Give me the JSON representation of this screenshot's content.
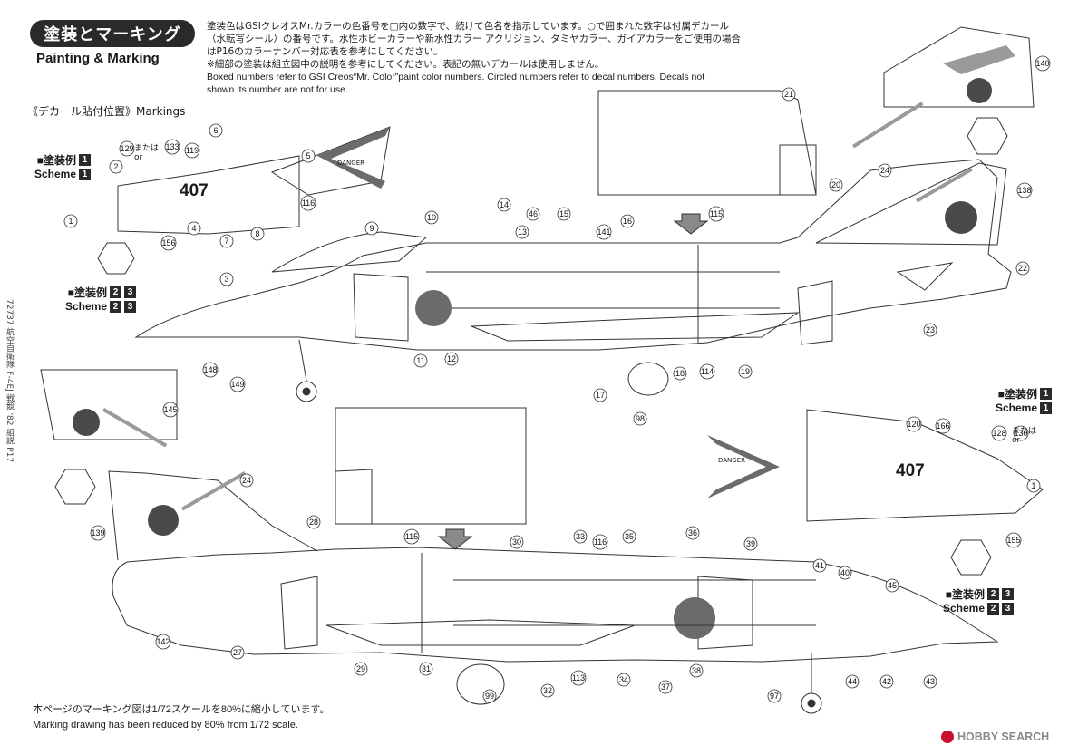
{
  "header": {
    "title_jp": "塗装とマーキング",
    "title_en": "Painting & Marking",
    "intro_jp_1": "塗装色はGSIクレオスMr.カラーの色番号を□内の数字で、続けて色名を指示しています。○で囲まれた数字は付属デカール",
    "intro_jp_2": "（水転写シール）の番号です。水性ホビーカラーや新水性カラー アクリジョン、タミヤカラー、ガイアカラーをご使用の場合",
    "intro_jp_3": "はP16のカラーナンバー対応表を参考にしてください。",
    "intro_jp_4": "※細部の塗装は組立図中の説明を参考にしてください。表記の無いデカールは使用しません。",
    "intro_en_1": "Boxed numbers refer to GSI Creos“Mr. Color”paint color numbers. Circled numbers refer to decal numbers. Decals not",
    "intro_en_2": "shown its number are not for use."
  },
  "markings_title": "《デカール貼付位置》Markings",
  "schemes": {
    "s1_jp": "■塗装例",
    "s1_en": "Scheme",
    "s1_num": "1",
    "s23_jp": "■塗装例",
    "s23_en": "Scheme",
    "s23_num_a": "2",
    "s23_num_b": "3"
  },
  "side_code": "72737 航空自衛隊 F-4EJ 戦競 '82 組説 P17",
  "nose_number": "407",
  "or_jp": "または",
  "or_en": "or",
  "danger_label": "DANGER",
  "decal_numbers_top": [
    "1",
    "2",
    "3",
    "4",
    "5",
    "6",
    "7",
    "8",
    "9",
    "10",
    "11",
    "12",
    "13",
    "14",
    "15",
    "16",
    "17",
    "18",
    "19",
    "20",
    "21",
    "22",
    "23",
    "24",
    "46",
    "98",
    "114",
    "115",
    "116",
    "119",
    "129",
    "133",
    "138",
    "140",
    "141",
    "145",
    "148",
    "149",
    "156"
  ],
  "decal_numbers_bottom": [
    "1",
    "24",
    "27",
    "28",
    "29",
    "30",
    "31",
    "32",
    "33",
    "34",
    "35",
    "36",
    "37",
    "38",
    "39",
    "40",
    "41",
    "42",
    "43",
    "44",
    "45",
    "97",
    "99",
    "113",
    "115",
    "116",
    "120",
    "128",
    "130",
    "139",
    "142",
    "155",
    "166"
  ],
  "footer": {
    "jp": "本ページのマーキング図は1/72スケールを80%に縮小しています。",
    "en": "Marking drawing has been reduced by 80% from 1/72 scale."
  },
  "brand": "HOBBY SEARCH",
  "colors": {
    "badge": "#2a2a2a",
    "line": "#333333",
    "decal_gray": "#9a9a9a",
    "brand_red": "#c8102e"
  }
}
